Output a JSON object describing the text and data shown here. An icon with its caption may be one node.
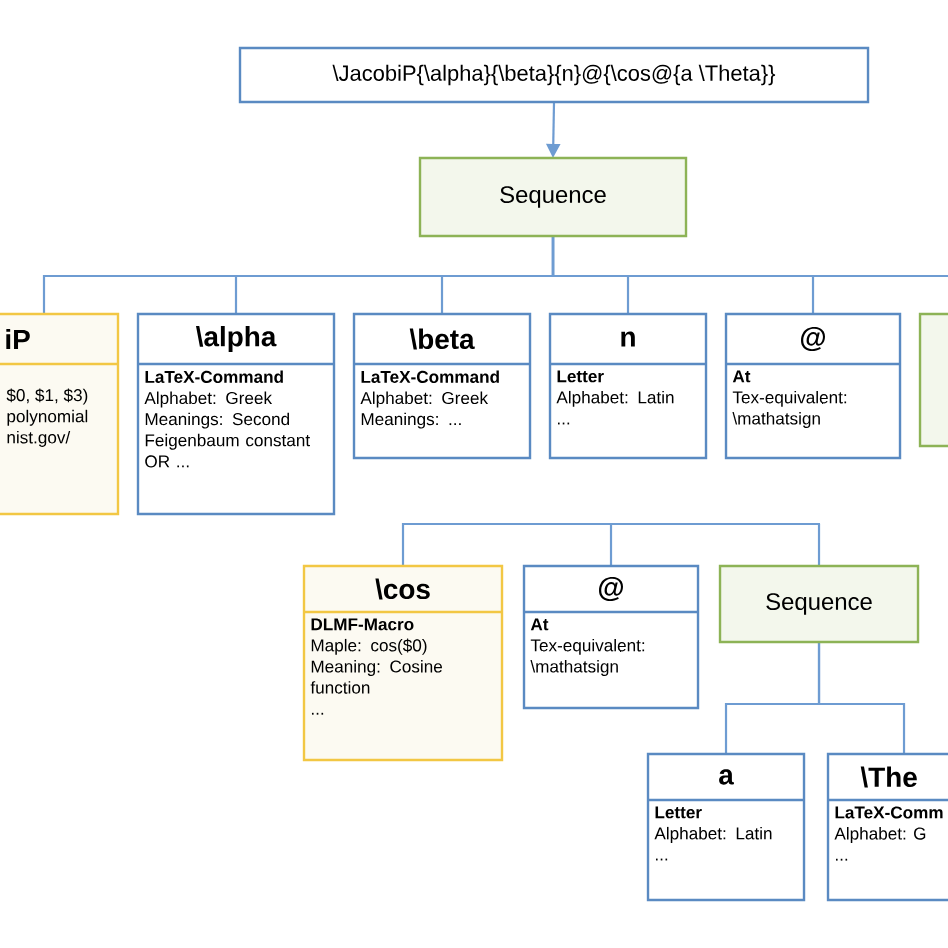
{
  "diagram": {
    "nodes": [
      {
        "text": [
          "\\JacobiP{\\alpha}{\\beta}{n}@{\\cos@{a \\Theta}}"
        ]
      },
      {
        "text": [
          "Sequence"
        ]
      },
      {
        "text": [
          "iP",
          "$0, $1, $3)",
          "polynomial",
          "nist.gov/"
        ]
      },
      {
        "text": [
          "\\alpha",
          "LaTeX-Command",
          "Alphabet: Greek",
          "Meanings: Second Feigenbaum constant OR ..."
        ]
      },
      {
        "text": [
          "\\beta",
          "LaTeX-Command",
          "Alphabet: Greek",
          "Meanings: ..."
        ]
      },
      {
        "text": [
          "n",
          "Letter",
          "Alphabet: Latin",
          "..."
        ]
      },
      {
        "text": [
          "@",
          "At",
          "Tex-equivalent: \\mathatsign"
        ]
      },
      {
        "text": [],
        "shape": "box"
      },
      {
        "text": [
          "\\cos",
          "DLMF-Macro",
          "Maple: cos($0)",
          "Meaning: Cosine function",
          "..."
        ]
      },
      {
        "text": [
          "@",
          "At",
          "Tex-equivalent: \\mathatsign"
        ]
      },
      {
        "text": [
          "Sequence"
        ]
      },
      {
        "text": [
          "a",
          "Letter",
          "Alphabet: Latin",
          "..."
        ]
      },
      {
        "text": [
          "\\The",
          "LaTeX-Comm",
          "Alphabet: G",
          "..."
        ]
      }
    ],
    "edges": [
      {
        "from": 0,
        "to": 1,
        "arrow": "to"
      },
      {
        "from": 1,
        "to": 2,
        "arrow": "none"
      },
      {
        "from": 1,
        "to": 3,
        "arrow": "none"
      },
      {
        "from": 1,
        "to": 4,
        "arrow": "none"
      },
      {
        "from": 1,
        "to": 5,
        "arrow": "none"
      },
      {
        "from": 1,
        "to": 6,
        "arrow": "none"
      },
      {
        "from": 1,
        "to": 7,
        "arrow": "none"
      },
      {
        "from": null,
        "to": 8,
        "arrow": "none"
      },
      {
        "from": null,
        "to": 9,
        "arrow": "none"
      },
      {
        "from": null,
        "to": 10,
        "arrow": "none"
      },
      {
        "from": 10,
        "to": 11,
        "arrow": "none"
      },
      {
        "from": 10,
        "to": 12,
        "arrow": "none"
      }
    ]
  }
}
